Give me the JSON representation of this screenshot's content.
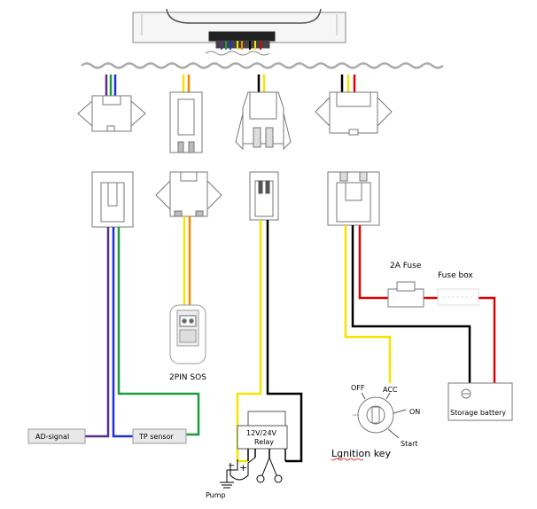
{
  "labels": {
    "sos_module": "2PIN SOS",
    "fuse_2a": "2A Fuse",
    "fuse_box": "Fuse box",
    "storage_battery": "Storage battery",
    "relay_line1": "12V/24V",
    "relay_line2": "Relay",
    "pump": "Pump",
    "ignition_key": "Lgnition key",
    "off": "OFF",
    "acc": "ACC",
    "on": "ON",
    "start": "Start",
    "ad_signal": "AD-signal",
    "tp_sensor": "TP sensor"
  },
  "colors": {
    "purple": "#5b2d91",
    "green": "#1f9a3c",
    "blue": "#1f2fd6",
    "yellow": "#f5e400",
    "orange": "#f08a00",
    "black": "#000000",
    "red": "#e00000",
    "outline": "#777777"
  }
}
